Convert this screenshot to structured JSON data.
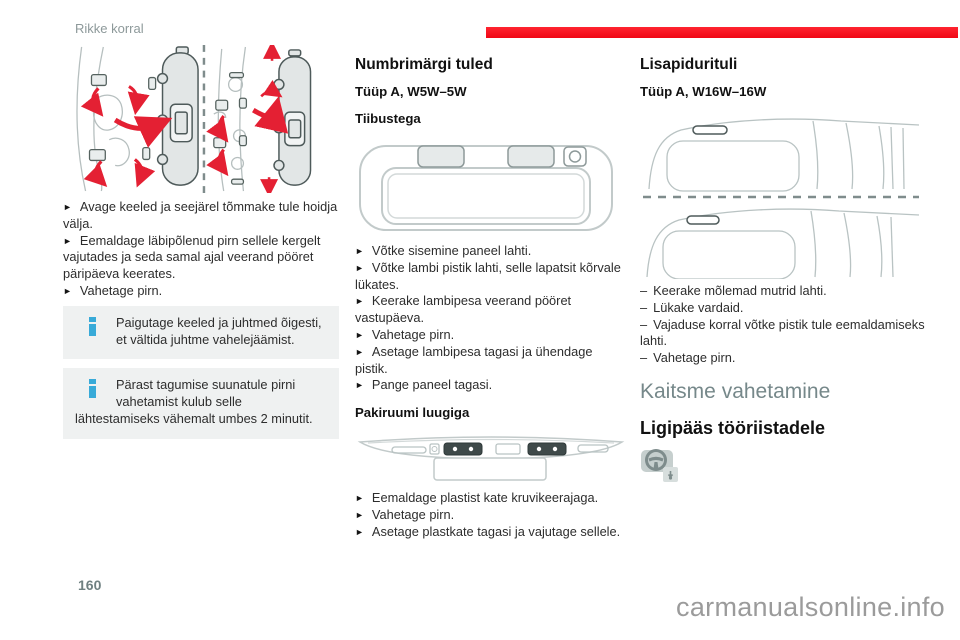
{
  "ui": {
    "bullet": "►",
    "dash": "–"
  },
  "page": {
    "header": "Rikke korral",
    "page_number": "160",
    "watermark": "carmanualsonline.info"
  },
  "colors": {
    "accent_red": "#fa0f1c",
    "arrow_red": "#e42033",
    "info_blue": "#38aad8",
    "info_bg": "#eff1f1",
    "section_teal": "#76888a",
    "header_gray": "#8d999a",
    "line_art_gray": "#b6bfbf"
  },
  "left_column": {
    "steps": [
      "Avage keeled ja seejärel tõmmake tule hoidja välja.",
      "Eemaldage läbipõlenud pirn sellele kergelt vajutades ja seda samal ajal veerand pööret päripäeva keerates.",
      "Vahetage pirn."
    ],
    "info_boxes": [
      "Paigutage keeled ja juhtmed õigesti, et vältida juhtme vahelejäämist.",
      "Pärast tagumise suunatule pirni vahetamist kulub selle lähtestamiseks vähemalt umbes 2 minutit."
    ]
  },
  "middle_column": {
    "title": "Numbrimärgi tuled",
    "type_label": "Tüüp A, W5W–5W",
    "variant1_label": "Tiibustega",
    "variant1_steps": [
      "Võtke sisemine paneel lahti.",
      "Võtke lambi pistik lahti, selle lapatsit kõrvale lükates.",
      "Keerake lambipesa veerand pööret vastupäeva.",
      "Vahetage pirn.",
      "Asetage lambipesa tagasi ja ühendage pistik.",
      "Pange paneel tagasi."
    ],
    "variant2_label": "Pakiruumi luugiga",
    "variant2_steps": [
      "Eemaldage plastist kate kruvikeerajaga.",
      "Vahetage pirn.",
      "Asetage plastkate tagasi ja vajutage sellele."
    ]
  },
  "right_column": {
    "title": "Lisapidurituli",
    "type_label": "Tüüp A, W16W–16W",
    "steps": [
      "Keerake mõlemad mutrid lahti.",
      "Lükake vardaid.",
      "Vajaduse korral võtke pistik tule eemaldamiseks lahti.",
      "Vahetage pirn."
    ],
    "section_title": "Kaitsme vahetamine",
    "subsection_title": "Ligipääs tööriistadele"
  }
}
